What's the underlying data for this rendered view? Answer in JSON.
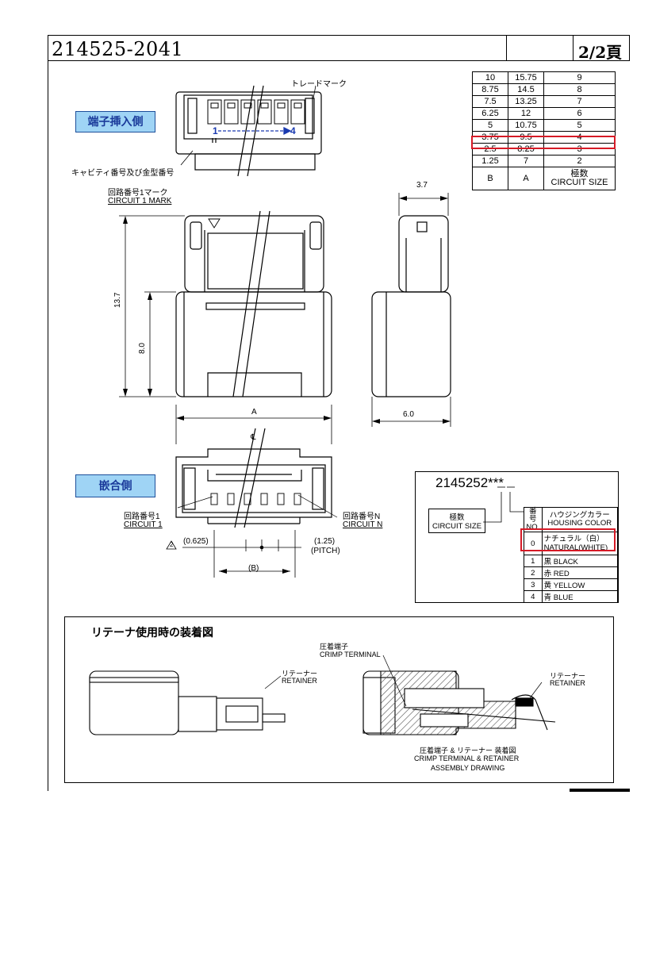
{
  "header": {
    "part_number": "214525-2041",
    "page": "2/2頁"
  },
  "circuit_table": {
    "rows": [
      [
        "10",
        "15.75",
        "9"
      ],
      [
        "8.75",
        "14.5",
        "8"
      ],
      [
        "7.5",
        "13.25",
        "7"
      ],
      [
        "6.25",
        "12",
        "6"
      ],
      [
        "5",
        "10.75",
        "5"
      ],
      [
        "3.75",
        "9.5",
        "4"
      ],
      [
        "2.5",
        "8.25",
        "3"
      ],
      [
        "1.25",
        "7",
        "2"
      ]
    ],
    "col_b": "B",
    "col_a": "A",
    "col_c_jp": "極数",
    "col_c_en": "CIRCUIT SIZE"
  },
  "labels": {
    "terminal_insert_side": "端子挿入側",
    "mating_side": "嵌合側",
    "trade_mark": "トレードマーク",
    "cavity_mold_no": "キャビティ番号及び金型番号",
    "circuit1_mark_jp": "回路番号1マーク",
    "circuit1_mark_en": "CIRCUIT 1 MARK",
    "circuit1_jp": "回路番号1",
    "circuit1_en": "CIRCUIT 1",
    "circuitN_jp": "回路番号N",
    "circuitN_en": "CIRCUIT N",
    "arrow_start": "1",
    "arrow_end": "4"
  },
  "dims": {
    "d37": "3.7",
    "d137": "13.7",
    "d80": "8.0",
    "d60": "6.0",
    "dA": "A",
    "dB": "(B)",
    "d0625": "(0.625)",
    "d125": "(1.25)",
    "pitch": "(PITCH)",
    "note": "2",
    "centerline": "℄"
  },
  "housing_color": {
    "part_code": "2145252***",
    "circuit_size_jp": "極数",
    "circuit_size_en": "CIRCUIT SIZE",
    "hdr_no_jp": "番号",
    "hdr_no_en": "NO.",
    "hdr_color_jp": "ハウジングカラー",
    "hdr_color_en": "HOUSING COLOR",
    "row0_no": "0",
    "row0_jp": "ナチュラル（白）",
    "row0_en": "NATURAL(WHITE)",
    "rows": [
      [
        "1",
        "黒 BLACK"
      ],
      [
        "2",
        "赤 RED"
      ],
      [
        "3",
        "黄 YELLOW"
      ],
      [
        "4",
        "青 BLUE"
      ]
    ]
  },
  "retainer": {
    "title": "リテーナ使用時の装着図",
    "retainer_jp": "リテーナー",
    "retainer_en": "RETAINER",
    "crimp_jp": "圧着端子",
    "crimp_en": "CRIMP TERMINAL",
    "asm_jp": "圧着端子 & リテーナー 装着図",
    "asm_en1": "CRIMP TERMINAL & RETAINER",
    "asm_en2": "ASSEMBLY DRAWING"
  }
}
